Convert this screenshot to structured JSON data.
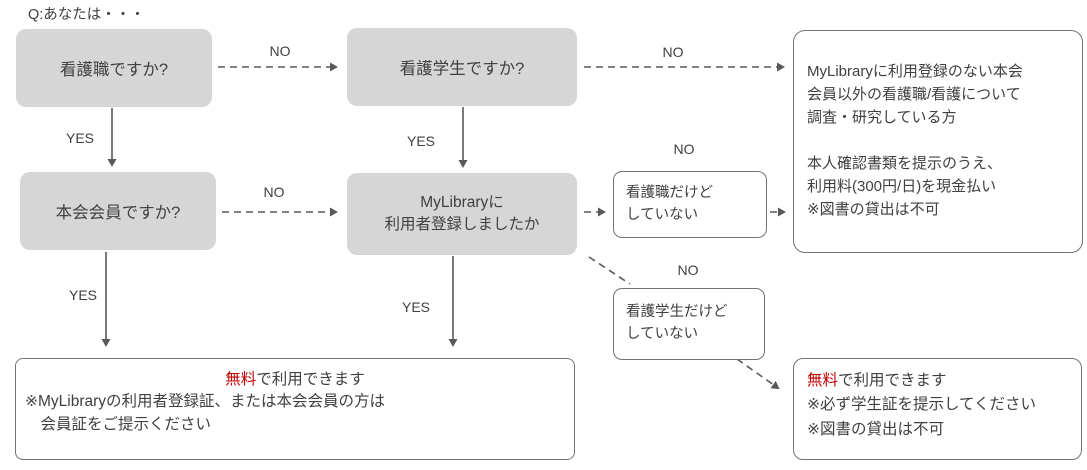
{
  "title": "Q:あなたは・・・",
  "labels": {
    "yes": "YES",
    "no": "NO"
  },
  "colors": {
    "accent_red": "#c00000",
    "node_fill_gray": "#d6d6d6",
    "connector_gray": "#595959",
    "border_gray": "#737373",
    "text": "#404040"
  },
  "nodes": {
    "nurse_q": {
      "label": "看護職ですか?"
    },
    "student_q": {
      "label": "看護学生ですか?"
    },
    "member_q": {
      "label": "本会会員ですか?"
    },
    "mylibrary_q": {
      "label": "MyLibraryに\n利用者登録しましたか"
    },
    "nurse_unregistered": {
      "label": "看護職だけど\nしていない"
    },
    "student_unregistered": {
      "label": "看護学生だけど\nしていない"
    },
    "guest_info": {
      "paragraph1": "MyLibraryに利用登録のない本会\n会員以外の看護職/看護について\n調査・研究している方",
      "paragraph2": "本人確認書類を提示のうえ、\n利用料(300円/日)を現金払い\n※図書の貸出は不可"
    },
    "free_member": {
      "highlight": "無料",
      "headline_rest": "で利用できます",
      "note": "※MyLibraryの利用者登録証、または本会会員の方は\n　会員証をご提示ください"
    },
    "free_student": {
      "highlight": "無料",
      "headline_rest": "で利用できます",
      "note": "※必ず学生証を提示してください\n※図書の貸出は不可"
    }
  }
}
